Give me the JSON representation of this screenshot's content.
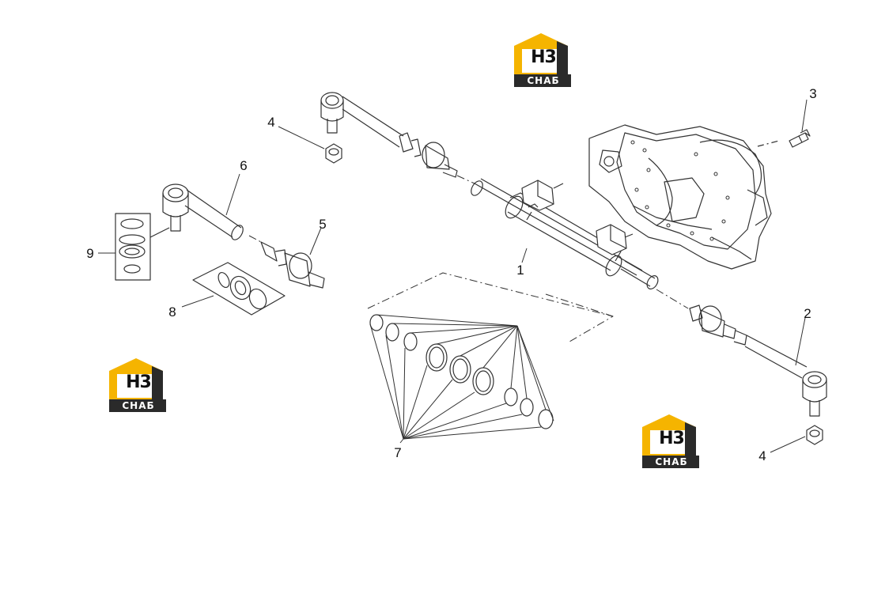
{
  "callouts": {
    "c1": "1",
    "c2": "2",
    "c3": "3",
    "c4a": "4",
    "c4b": "4",
    "c5": "5",
    "c6": "6",
    "c7": "7",
    "c8": "8",
    "c9": "9"
  },
  "logo": {
    "mark": "Н3",
    "word": "СНАБ"
  },
  "colors": {
    "logo_yellow": "#f5b400",
    "logo_dark": "#2a2a2a",
    "line": "#333333"
  }
}
